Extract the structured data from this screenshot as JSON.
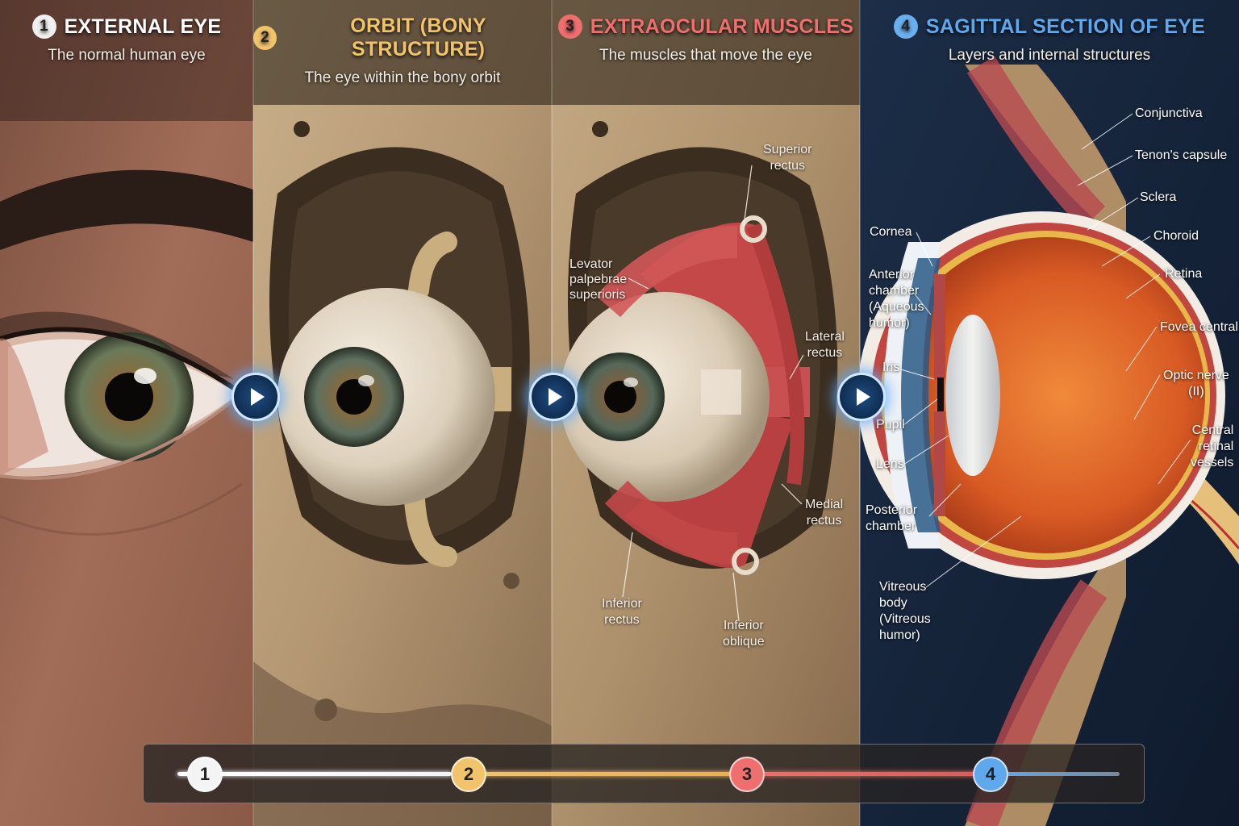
{
  "panels": [
    {
      "num": "1",
      "title": "EXTERNAL EYE",
      "subtitle": "The normal human eye",
      "color": "#ffffff",
      "badge": "#f0f0f0"
    },
    {
      "num": "2",
      "title": "ORBIT (BONY STRUCTURE)",
      "subtitle": "The eye within the bony orbit",
      "color": "#f1c36a",
      "badge": "#f1c36a"
    },
    {
      "num": "3",
      "title": "EXTRAOCULAR MUSCLES",
      "subtitle": "The muscles that move the eye",
      "color": "#ef6e6e",
      "badge": "#ef6e6e"
    },
    {
      "num": "4",
      "title": "SAGITTAL SECTION OF EYE",
      "subtitle": "Layers and internal structures",
      "color": "#5fa8ec",
      "badge": "#6ab0ee"
    }
  ],
  "muscle_labels": {
    "superior_rectus": [
      "Superior",
      "rectus"
    ],
    "levator": [
      "Levator",
      "palpebrae",
      "superioris"
    ],
    "lateral_rectus": [
      "Lateral",
      "rectus"
    ],
    "medial_rectus": [
      "Medial",
      "rectus"
    ],
    "inferior_rectus": [
      "Inferior",
      "rectus"
    ],
    "inferior_oblique": [
      "Inferior",
      "oblique"
    ]
  },
  "section_labels_right": {
    "conjunctiva": "Conjunctiva",
    "tenons": "Tenon's capsule",
    "sclera": "Sclera",
    "choroid": "Choroid",
    "retina": "Retina",
    "fovea": "Fovea centralis",
    "optic_nerve": [
      "Optic nerve",
      "(II)"
    ],
    "central_vessels": [
      "Central",
      "retinal",
      "vessels"
    ]
  },
  "section_labels_left": {
    "cornea": "Cornea",
    "anterior_chamber": [
      "Anterior",
      "chamber",
      "(Aqueous",
      "humor)"
    ],
    "iris": "Iris",
    "pupil": "Pupil",
    "lens": "Lens",
    "posterior_chamber": [
      "Posterior",
      "chamber"
    ],
    "vitreous": [
      "Vitreous",
      "body",
      "(Vitreous",
      "humor)"
    ]
  },
  "timeline": [
    "1",
    "2",
    "3",
    "4"
  ],
  "colors": {
    "white": "#f4f4f4",
    "gold": "#f1c36a",
    "red": "#ef6e6e",
    "blue": "#5fa8ec",
    "glow": "#5aaaff"
  }
}
